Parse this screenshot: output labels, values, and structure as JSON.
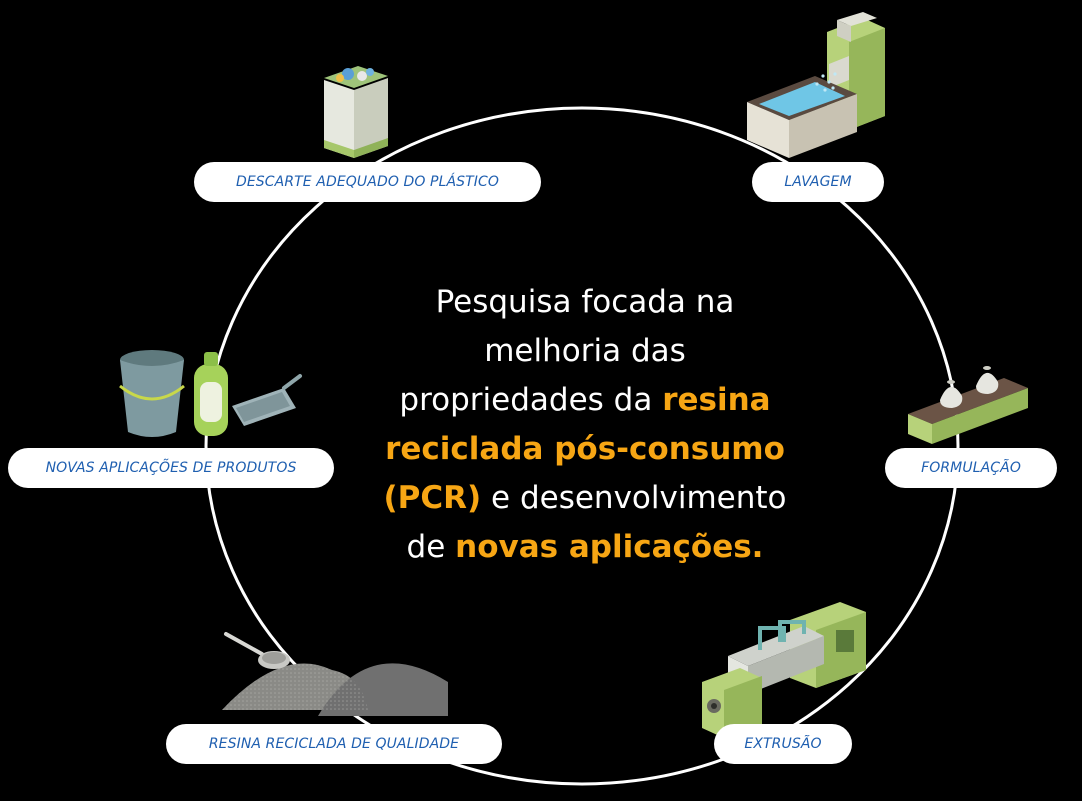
{
  "stages": {
    "descarte": "DESCARTE ADEQUADO DO PLÁSTICO",
    "lavagem": "LAVAGEM",
    "formulacao": "FORMULAÇÃO",
    "extrusao": "EXTRUSÃO",
    "resina": "RESINA RECICLADA DE QUALIDADE",
    "novas_aplicacoes": "NOVAS APLICAÇÕES DE PRODUTOS"
  },
  "center": {
    "line1": "Pesquisa focada na",
    "line2": "melhoria das",
    "line3_plain": "propriedades da ",
    "line3_hl": "resina",
    "line4_hl": "reciclada pós-consumo",
    "line5_hl": "(PCR)",
    "line5_plain": " e desenvolvimento",
    "line6_plain": "de ",
    "line6_hl": "novas aplicações."
  },
  "colors": {
    "highlight": "#f7a614",
    "label_text": "#1f5fb0",
    "machine_green": "#b7d27a"
  },
  "icons": {
    "descarte": "recycling-bin-icon",
    "lavagem": "washing-machine-icon",
    "formulacao": "formulation-conveyor-icon",
    "extrusao": "extruder-machine-icon",
    "resina": "resin-pile-icon",
    "novas_aplicacoes": "household-products-icon"
  }
}
